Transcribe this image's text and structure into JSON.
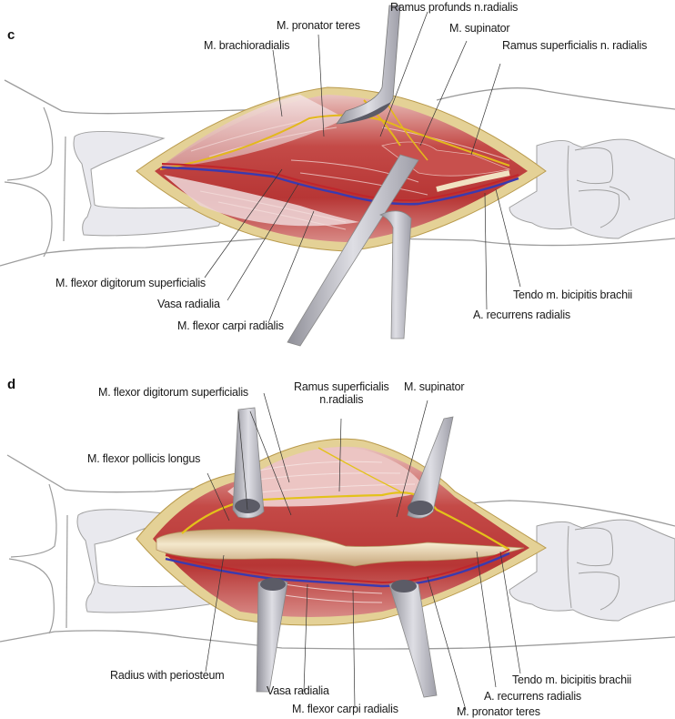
{
  "panels": [
    {
      "letter": "c",
      "labels": {
        "ramus_profundus": "Ramus profunds n.radialis",
        "pronator_teres": "M. pronator teres",
        "supinator": "M. supinator",
        "brachioradialis": "M. brachioradialis",
        "ramus_superficialis": "Ramus superficialis n. radialis",
        "flexor_digitorum_superficialis": "M. flexor digitorum superficialis",
        "vasa_radialia": "Vasa radialia",
        "flexor_carpi_radialis": "M. flexor carpi radialis",
        "tendo_bicipitis": "Tendo m. bicipitis brachii",
        "a_recurrens": "A. recurrens radialis"
      }
    },
    {
      "letter": "d",
      "labels": {
        "flexor_digitorum_superficialis": "M. flexor digitorum superficialis",
        "ramus_superficialis_line1": "Ramus superficialis",
        "ramus_superficialis_line2": "n.radialis",
        "supinator": "M. supinator",
        "flexor_pollicis_longus": "M. flexor pollicis longus",
        "radius_periosteum": "Radius with periosteum",
        "vasa_radialia": "Vasa radialia",
        "flexor_carpi_radialis": "M. flexor carpi radialis",
        "pronator_teres": "M. pronator teres",
        "tendo_bicipitis": "Tendo m. bicipitis brachii",
        "a_recurrens": "A. recurrens radialis"
      }
    }
  ],
  "colors": {
    "muscle": "#b8363a",
    "muscle_light": "#e8b5b0",
    "fascia": "#f2dfe0",
    "skin_edge": "#e2cf8e",
    "nerve": "#e8c21a",
    "artery": "#c0252b",
    "vein": "#3a3ab0",
    "bone_outline": "#9a9a9a",
    "bone_fill": "#e8e8ee",
    "retractor": "#b9b9c2",
    "periosteum": "#ead9b5"
  }
}
